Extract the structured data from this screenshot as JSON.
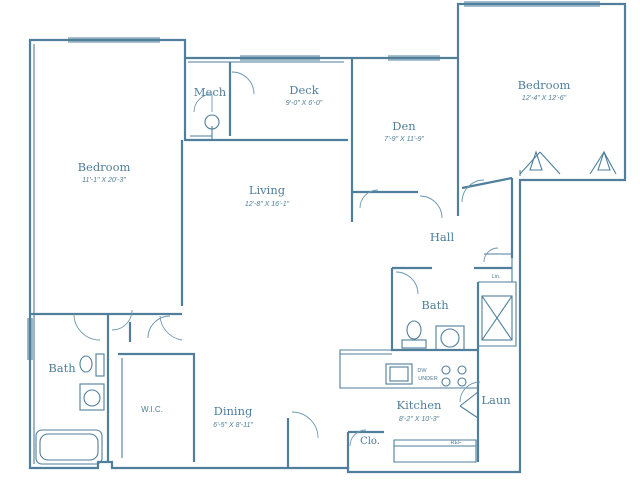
{
  "rooms": {
    "bedroom_left": {
      "name": "Bedroom",
      "dims": "11'-1\" X 20'-3\""
    },
    "mech": {
      "name": "Mech"
    },
    "deck": {
      "name": "Deck",
      "dims": "9'-0\" X 6'-0\""
    },
    "den": {
      "name": "Den",
      "dims": "7'-9\" X 11'-9\""
    },
    "bedroom_right": {
      "name": "Bedroom",
      "dims": "12'-4\" X 12'-6\""
    },
    "living": {
      "name": "Living",
      "dims": "12'-8\" X 16'-1\""
    },
    "hall": {
      "name": "Hall"
    },
    "linen": {
      "name": "Lin."
    },
    "bath_center": {
      "name": "Bath"
    },
    "bath_left": {
      "name": "Bath"
    },
    "wic": {
      "name": "W.I.C."
    },
    "dining": {
      "name": "Dining",
      "dims": "6'-5\" X 8'-11\""
    },
    "kitchen": {
      "name": "Kitchen",
      "dims": "8'-2\" X 10'-3\""
    },
    "laundry": {
      "name": "Laun"
    },
    "closet": {
      "name": "Clo."
    }
  },
  "fixtures": {
    "dw_label": "DW",
    "under_label": "UNDER",
    "refrigerator_label": "REF"
  },
  "colors": {
    "line": "#4f7f9a",
    "background": "#ffffff"
  }
}
